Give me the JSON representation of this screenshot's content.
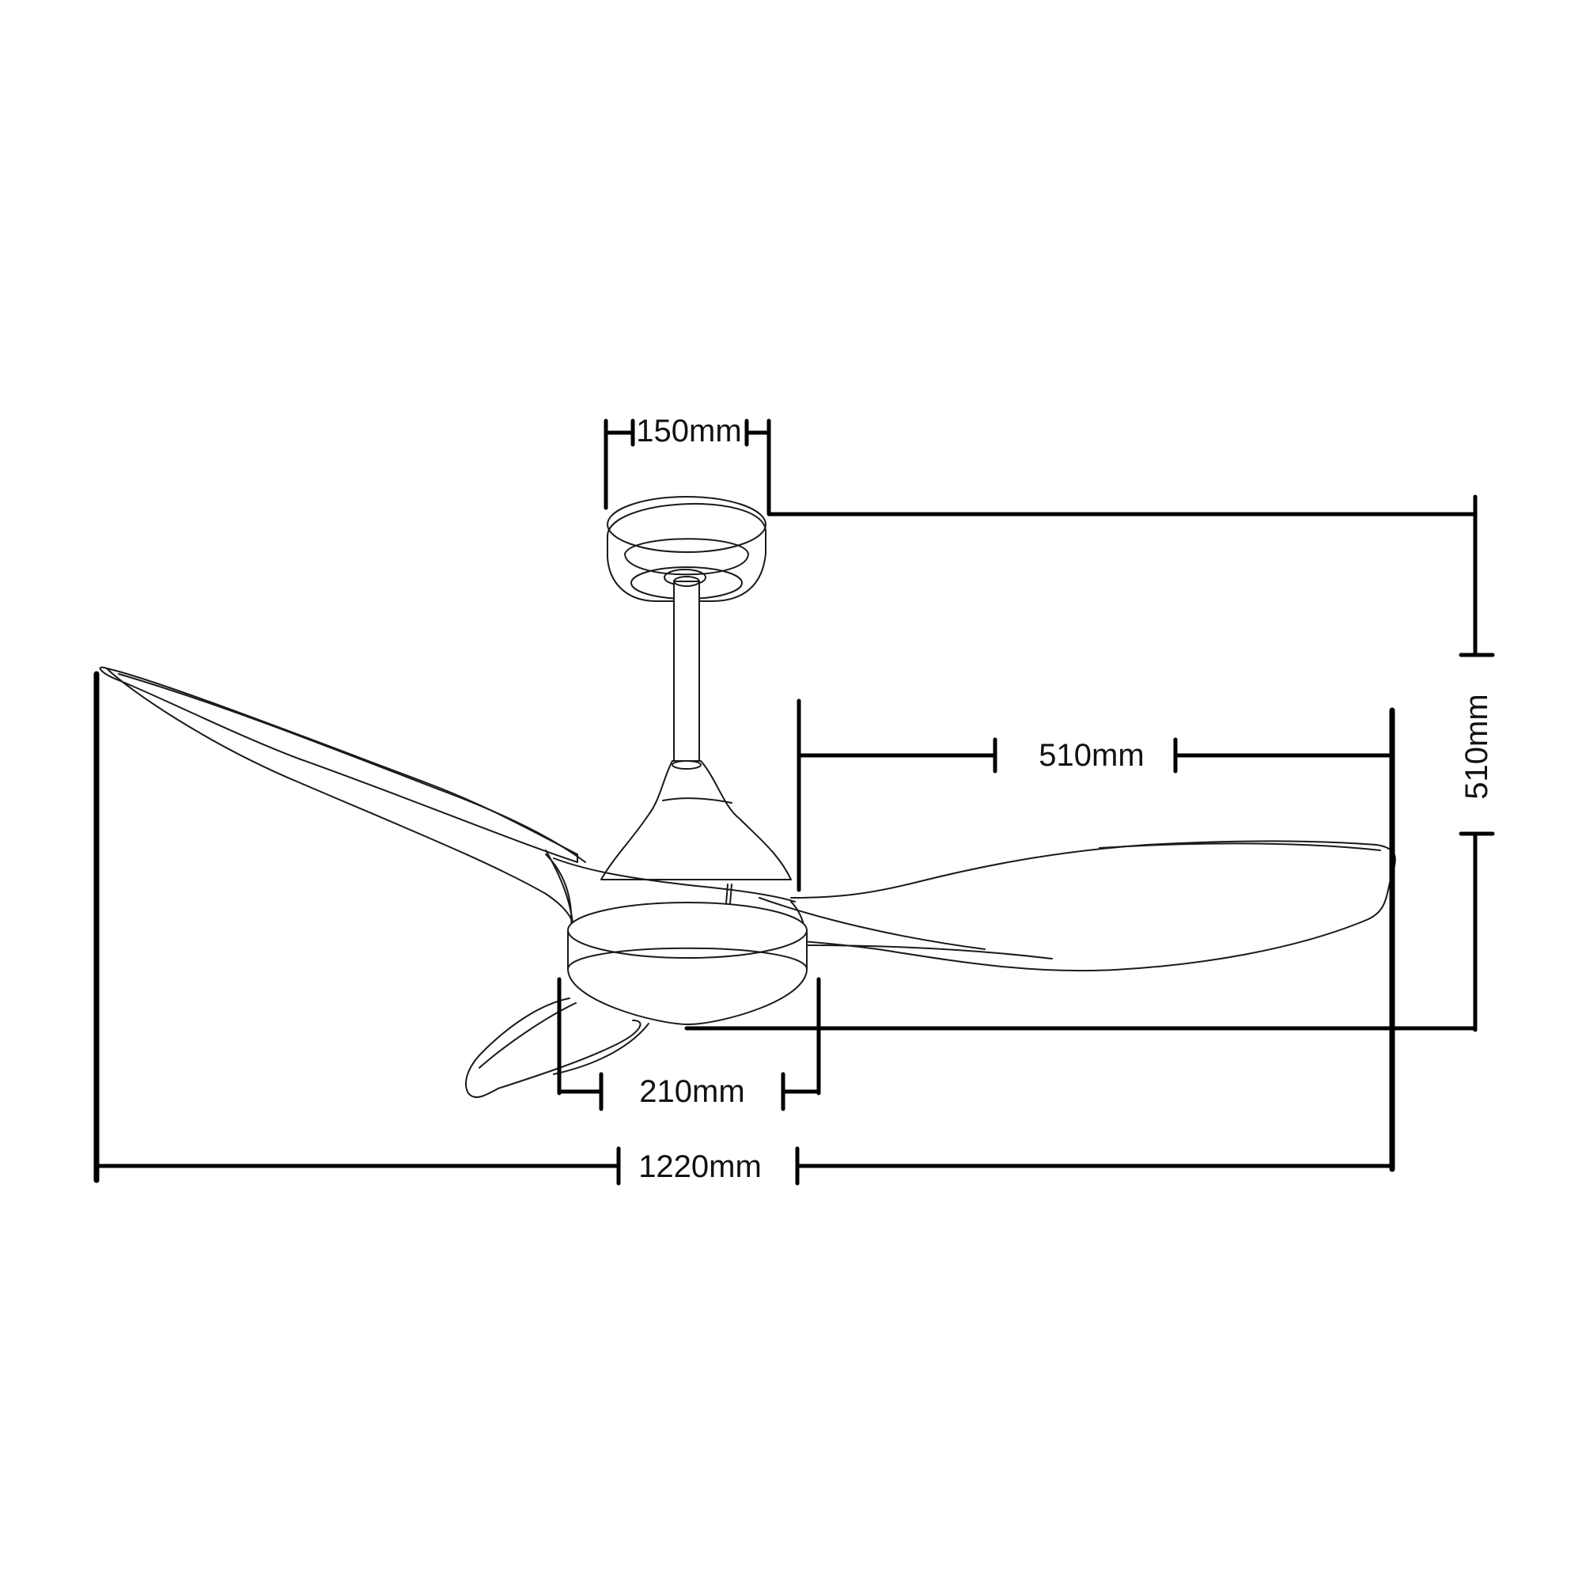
{
  "dimensions": {
    "canopy_width": "150mm",
    "drop_height": "510mm",
    "blade_length": "510mm",
    "motor_width": "210mm",
    "overall_span": "1220mm"
  },
  "colors": {
    "line": "#1a1a1a",
    "dimension_line": "#000000",
    "background": "#ffffff"
  }
}
